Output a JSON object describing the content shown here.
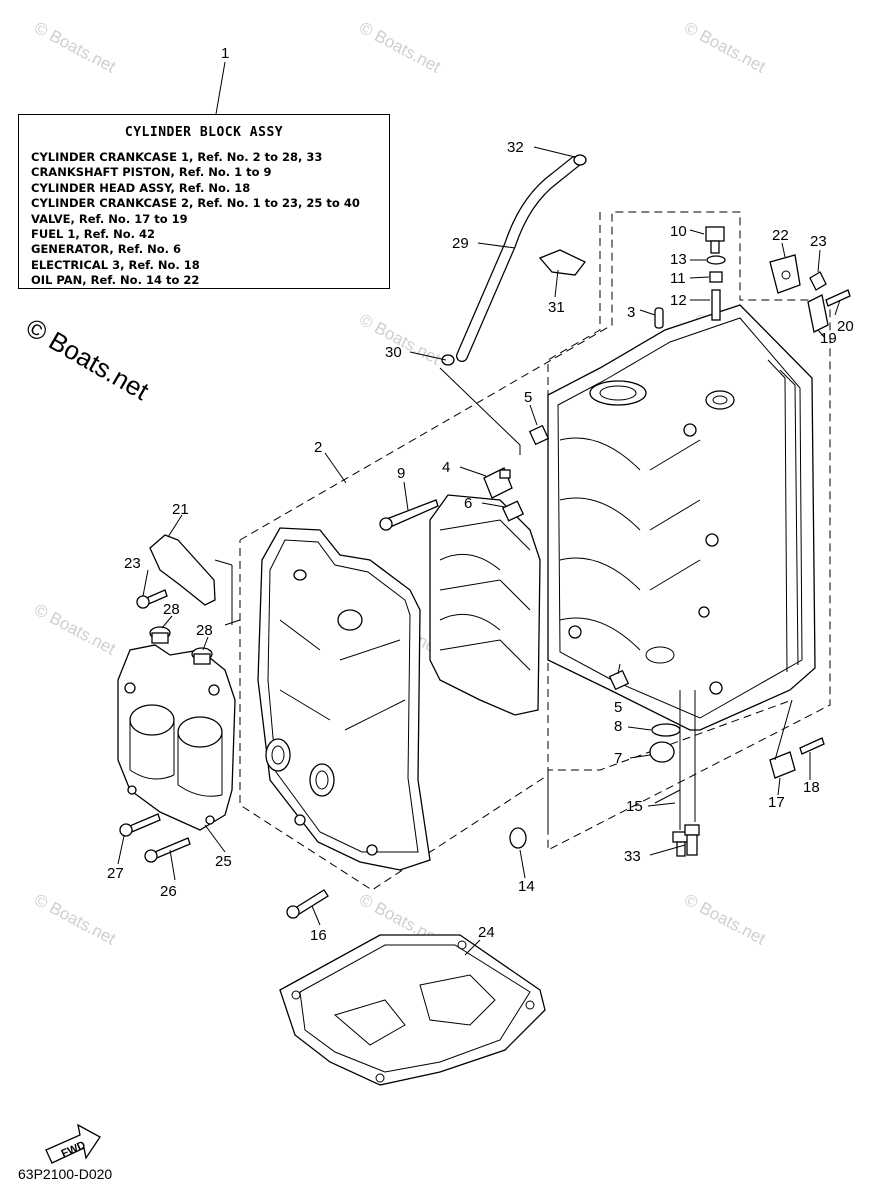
{
  "legend": {
    "title": "CYLINDER BLOCK ASSY",
    "lines": [
      "CYLINDER CRANKCASE 1,  Ref. No. 2 to 28, 33",
      "CRANKSHAFT PISTON,  Ref. No. 1 to 9",
      "CYLINDER HEAD ASSY,  Ref. No. 18",
      "CYLINDER CRANKCASE 2,  Ref. No. 1 to 23, 25 to 40",
      "VALVE,  Ref. No. 17 to 19",
      "FUEL 1,  Ref. No. 42",
      "GENERATOR,  Ref. No. 6",
      "ELECTRICAL 3,  Ref. No. 18",
      "OIL PAN,  Ref. No. 14 to 22"
    ]
  },
  "callouts": {
    "c1": "1",
    "c2": "2",
    "c3": "3",
    "c4": "4",
    "c5a": "5",
    "c5b": "5",
    "c6": "6",
    "c7": "7",
    "c8": "8",
    "c9": "9",
    "c10": "10",
    "c11": "11",
    "c12": "12",
    "c13": "13",
    "c14": "14",
    "c15": "15",
    "c16": "16",
    "c17": "17",
    "c18": "18",
    "c19": "19",
    "c20": "20",
    "c21": "21",
    "c22": "22",
    "c23a": "23",
    "c23b": "23",
    "c24": "24",
    "c25": "25",
    "c26": "26",
    "c27": "27",
    "c28a": "28",
    "c28b": "28",
    "c29": "29",
    "c30": "30",
    "c31": "31",
    "c32": "32",
    "c33": "33"
  },
  "fwd_label": "FWD",
  "watermark": "© Boats.net",
  "watermark_large": "© Boats.net",
  "doc_code": "63P2100-D020"
}
